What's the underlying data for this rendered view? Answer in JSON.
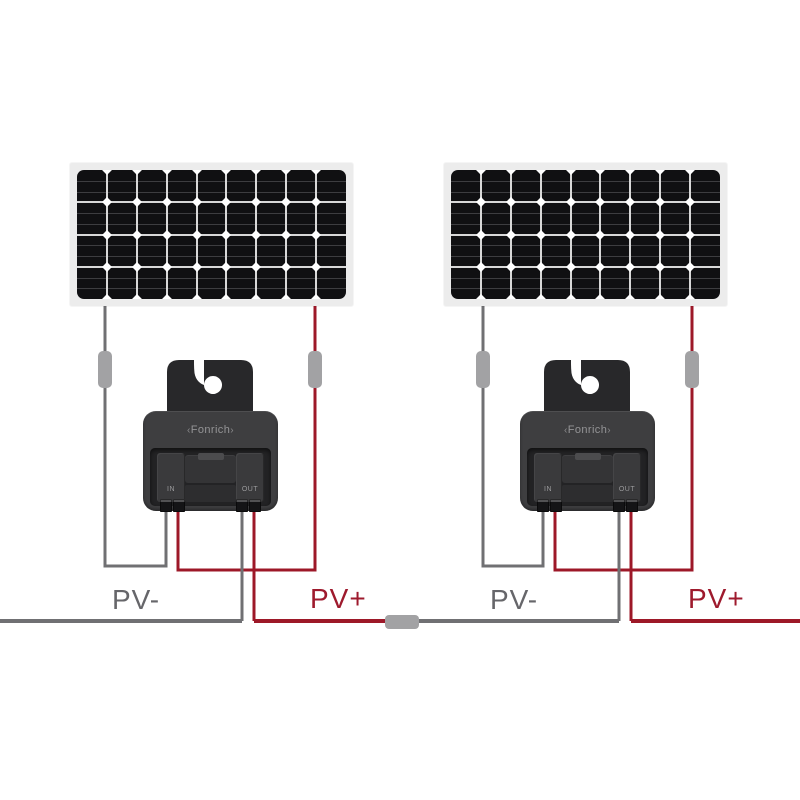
{
  "diagram": {
    "type": "solar-microinverter-wiring",
    "brand": "Fonrich",
    "units_count": 2,
    "inverter": {
      "logo_left_arc": "‹",
      "logo_right_arc": "›",
      "input_label": "IN",
      "output_label": "OUT"
    },
    "wire_labels": {
      "pv_minus": "PV-",
      "pv_plus": "PV+"
    },
    "panel": {
      "columns": 9,
      "rows": 4,
      "strips_per_cell": 3
    },
    "colors": {
      "background": "#ffffff",
      "wire-negative": "#707073",
      "wire-positive": "#9d1828",
      "label-negative": "#66666a",
      "label-positive": "#9e1a2d",
      "connector": "#a2a2a4",
      "panel-frame": "#ececec",
      "panel-cell": "#101012",
      "panel-line": "#d8d8d8",
      "panel-strip-line": "#3d3d40",
      "inverter-body": "#3e3e40",
      "inverter-bracket": "#28282a",
      "inverter-recess": "#232325",
      "inverter-text": "#9a9a9c"
    }
  }
}
